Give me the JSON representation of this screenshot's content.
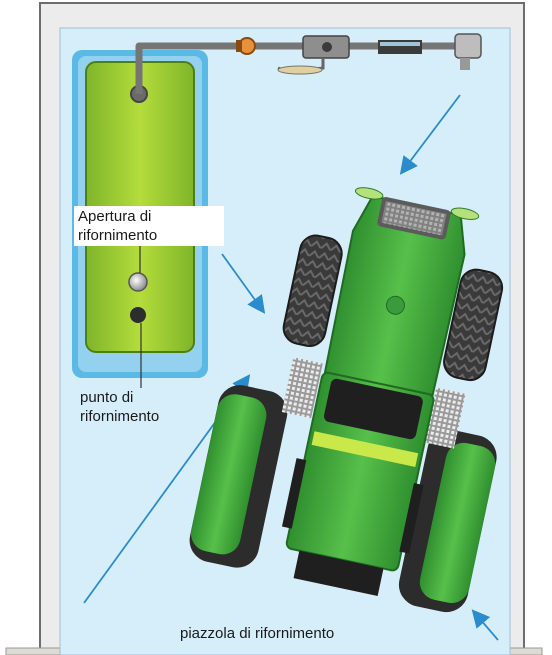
{
  "labels": {
    "filler_opening": [
      "Apertura di",
      "rifornimento"
    ],
    "refuel_point": [
      "punto di",
      "rifornimento"
    ],
    "refuel_pad": "piazzola di rifornimento"
  },
  "colors": {
    "pad": "#d6eefa",
    "tank_frame": "#5bb9e6",
    "tank_body": "#9ccd30",
    "tractor_green": "#3fae3a",
    "tractor_dark": "#26752a",
    "arrow": "#2a8ccc",
    "wall": "#e9e9e9"
  },
  "icons": [
    "fuel-tank-icon",
    "tractor-icon",
    "fuel-pipe-icon",
    "fuel-nozzle-icon",
    "direction-arrow-icon"
  ]
}
